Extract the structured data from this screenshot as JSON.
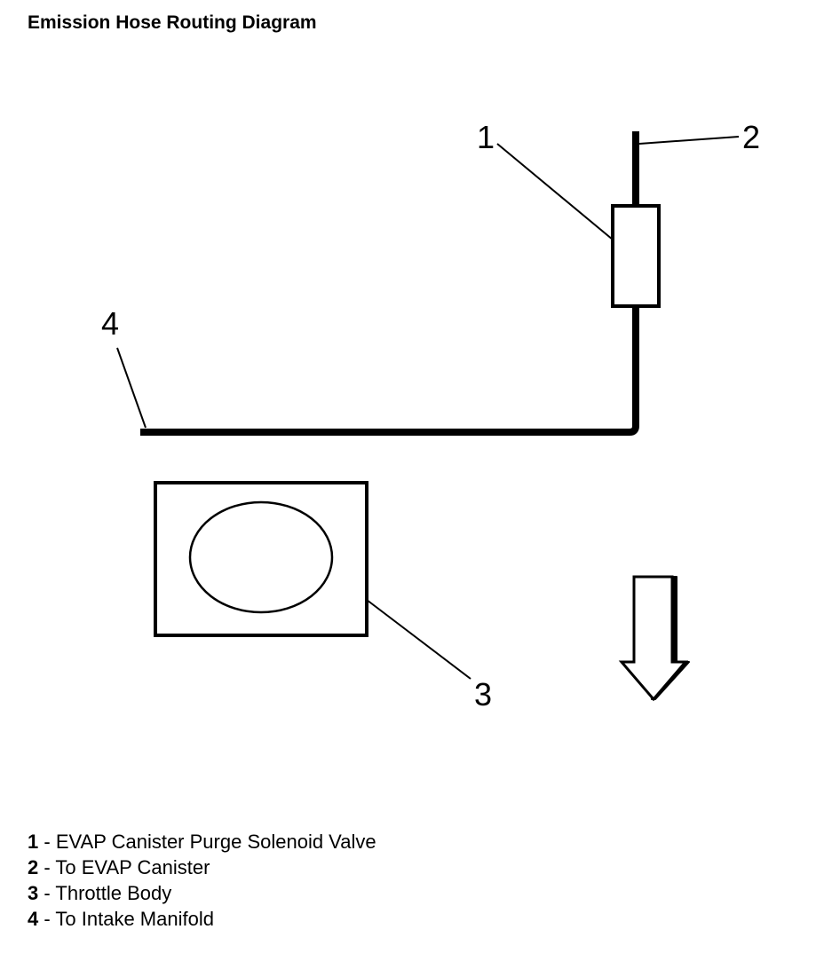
{
  "title": "Emission Hose Routing Diagram",
  "callouts": [
    "1",
    "2",
    "3",
    "4"
  ],
  "legend": [
    {
      "num": "1",
      "sep": " - ",
      "text": "EVAP Canister Purge Solenoid Valve"
    },
    {
      "num": "2",
      "sep": " - ",
      "text": "To EVAP Canister"
    },
    {
      "num": "3",
      "sep": " - ",
      "text": "Throttle Body"
    },
    {
      "num": "4",
      "sep": " - ",
      "text": "To Intake Manifold"
    }
  ],
  "icons": {
    "direction_arrow": "down-arrow-icon"
  }
}
